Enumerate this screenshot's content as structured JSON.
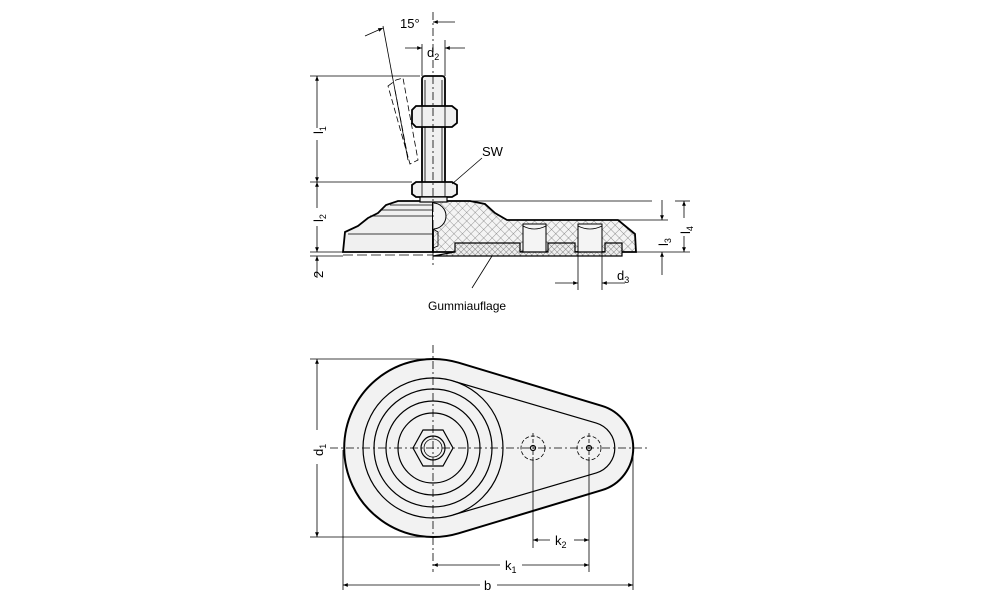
{
  "drawing": {
    "side_view": {
      "angle_label": "15°",
      "d2": {
        "main": "d",
        "sub": "2"
      },
      "l1": {
        "main": "l",
        "sub": "1"
      },
      "l2": {
        "main": "l",
        "sub": "2"
      },
      "l3": {
        "main": "l",
        "sub": "3"
      },
      "l4": {
        "main": "l",
        "sub": "4"
      },
      "d3": {
        "main": "d",
        "sub": "3"
      },
      "dim_2": "2",
      "sw_label": "SW",
      "rubber_label": "Gummiauflage"
    },
    "top_view": {
      "d1": {
        "main": "d",
        "sub": "1"
      },
      "k1": {
        "main": "k",
        "sub": "1"
      },
      "k2": {
        "main": "k",
        "sub": "2"
      },
      "b": "b"
    }
  }
}
